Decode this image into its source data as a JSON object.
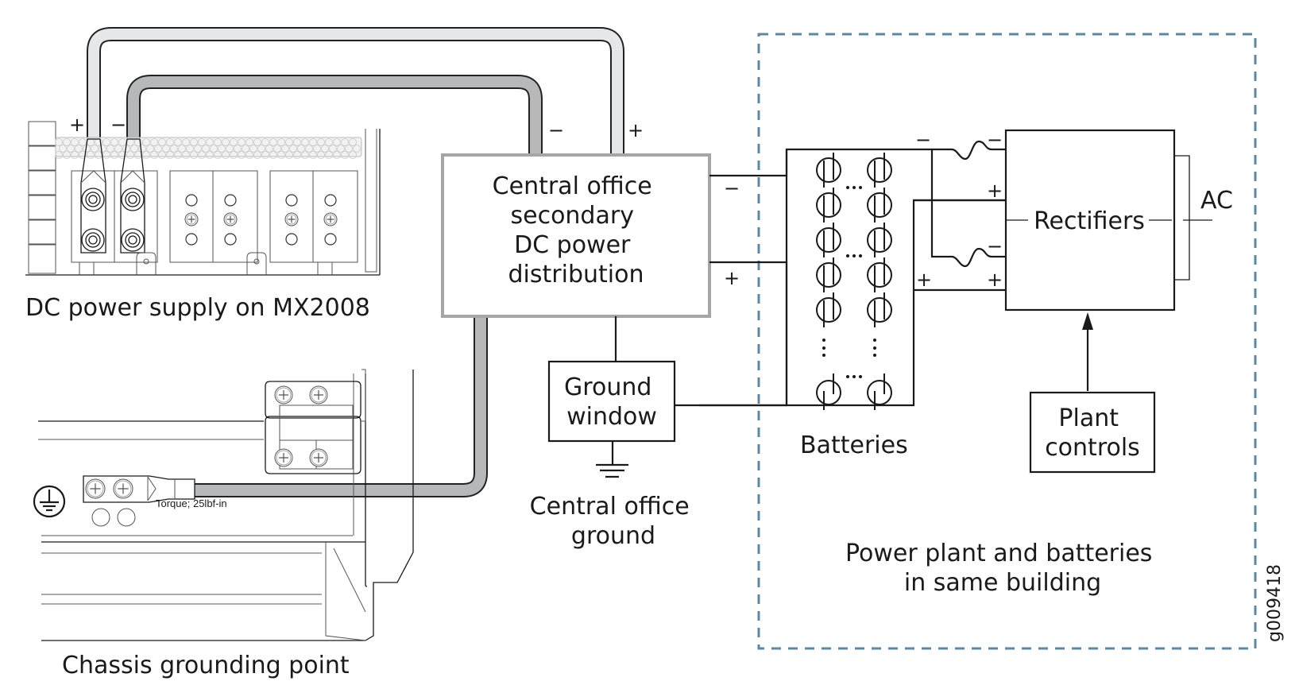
{
  "figure": {
    "id_label": "g009418",
    "accent_colors": {
      "boundary_dashed": "#5d88a4",
      "distribution_box_border": "#a6a6a6",
      "negative_cable": "#b7b8ba",
      "positive_cable": "#e6e7e8"
    }
  },
  "dc_power_supply": {
    "caption": "DC power supply on MX2008",
    "terminal_plus": "+",
    "terminal_minus": "−"
  },
  "chassis_ground": {
    "caption": "Chassis grounding point",
    "torque_note": "Torque; 25lbf-in",
    "icon": "protective-earth-ground-icon"
  },
  "distribution": {
    "label_lines": [
      "Central office",
      "secondary",
      "DC power",
      "distribution"
    ],
    "top_minus": "−",
    "top_plus": "+",
    "right_minus": "−",
    "right_plus": "+"
  },
  "ground_window": {
    "label_lines": [
      "Ground",
      "window"
    ]
  },
  "central_office_ground": {
    "label_lines": [
      "Central office",
      "ground"
    ],
    "icon": "earth-ground-icon"
  },
  "batteries": {
    "label": "Batteries",
    "ellipsis": "…",
    "vertical_ellipsis": "⋮"
  },
  "rectifiers": {
    "label": "Rectifiers",
    "input_minus_top": "−",
    "input_plus_top": "+",
    "input_minus_bottom": "−",
    "input_plus_bottom": "+",
    "bus_minus": "−",
    "bus_plus": "+",
    "ac_label": "AC"
  },
  "plant_controls": {
    "label_lines": [
      "Plant",
      "controls"
    ]
  },
  "power_plant_zone": {
    "label_lines": [
      "Power plant and batteries",
      "in same building"
    ]
  }
}
